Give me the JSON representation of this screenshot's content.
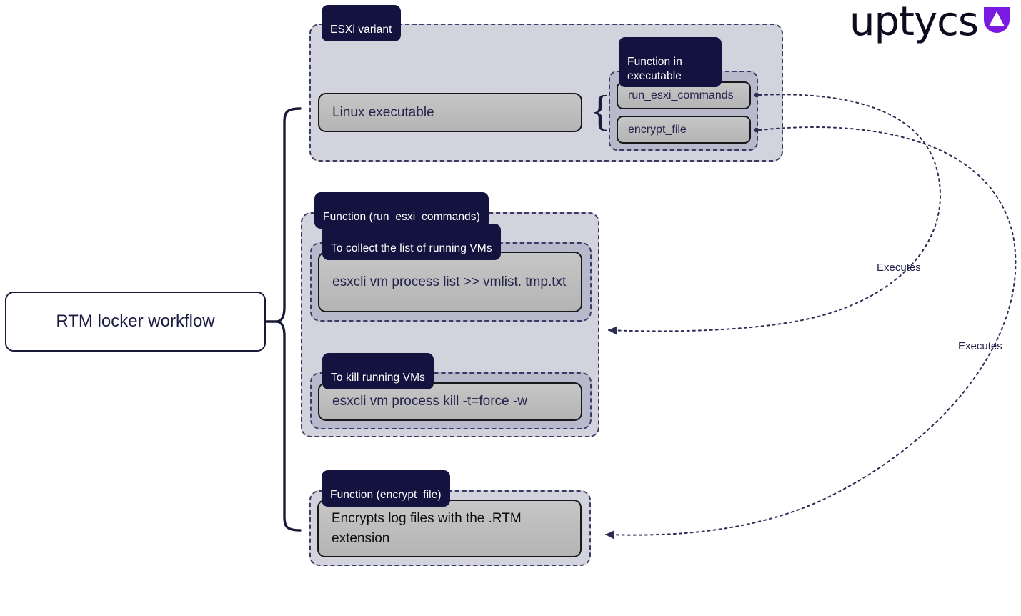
{
  "brand": {
    "name": "uptycs",
    "mark_color": "#7A19E0",
    "text_color": "#0c0c1e"
  },
  "theme": {
    "navy": "#14133f",
    "panel_outer": "#d2d3dc",
    "panel_inner": "#b8b9cb",
    "box_grey": "#bdbdbd",
    "body_text": "#23234d",
    "edge": "#3b3a63",
    "page_bg": "#ffffff"
  },
  "root": {
    "label": "RTM locker workflow"
  },
  "sections": {
    "esxi_variant": {
      "tab": "ESXi variant",
      "executable_box": "Linux executable",
      "functions_tab": "Function in\nexecutable",
      "functions": [
        {
          "name": "run_esxi_commands"
        },
        {
          "name": "encrypt_file"
        }
      ]
    },
    "run_esxi_commands": {
      "tab": "Function (run_esxi_commands)",
      "groups": [
        {
          "tab": "To collect the list of running VMs",
          "command": "esxcli vm process list >> vmlist. tmp.txt"
        },
        {
          "tab": "To kill running VMs",
          "command": "esxcli vm process kill -t=force -w"
        }
      ]
    },
    "encrypt_file": {
      "tab": "Function (encrypt_file)",
      "description": "Encrypts log files with the .RTM extension"
    }
  },
  "edges": [
    {
      "label": "Executes",
      "from": "run_esxi_commands",
      "to": "function-run-esxi-commands-panel"
    },
    {
      "label": "Executes",
      "from": "encrypt_file",
      "to": "function-encrypt-file-panel"
    }
  ]
}
